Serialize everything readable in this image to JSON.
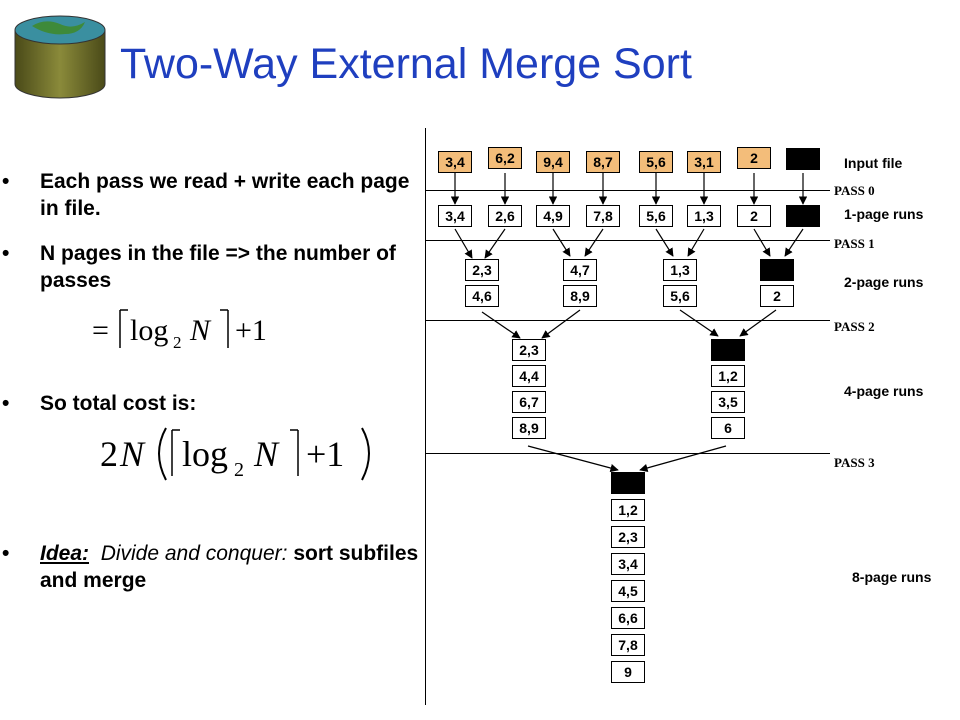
{
  "title": "Two-Way External Merge Sort",
  "bullets": {
    "b1": "Each pass we read + write each page in file.",
    "b2": "N pages in the file => the number of passes",
    "b3": "So total cost is:",
    "b4_idea": "Idea:",
    "b4_rest_italic": "Divide and conquer:",
    "b4_rest": "sort subfiles and merge",
    "bullet_char": "•"
  },
  "formulas": {
    "passes": "=⌈log₂ N⌉+1",
    "cost": "2N(⌈log₂ N⌉+1)"
  },
  "diagram": {
    "input_label": "Input file",
    "passes": [
      "PASS 0",
      "PASS 1",
      "PASS 2",
      "PASS 3"
    ],
    "run_labels": [
      "1-page runs",
      "2-page runs",
      "4-page runs",
      "8-page runs"
    ],
    "input_pages": [
      "3,4",
      "6,2",
      "9,4",
      "8,7",
      "5,6",
      "3,1",
      "2",
      ""
    ],
    "pass0_pages": [
      "3,4",
      "2,6",
      "4,9",
      "7,8",
      "5,6",
      "1,3",
      "2",
      ""
    ],
    "pass1_runs": [
      [
        "2,3",
        "4,6"
      ],
      [
        "4,7",
        "8,9"
      ],
      [
        "1,3",
        "5,6"
      ],
      [
        "",
        "2"
      ]
    ],
    "pass2_runs": [
      [
        "2,3",
        "4,4",
        "6,7",
        "8,9"
      ],
      [
        "",
        "1,2",
        "3,5",
        "6"
      ]
    ],
    "pass3_run": [
      "",
      "1,2",
      "2,3",
      "3,4",
      "4,5",
      "6,6",
      "7,8",
      "9"
    ],
    "colors": {
      "input_fill": "#f3bd7a",
      "title": "#1f3fbf"
    }
  }
}
